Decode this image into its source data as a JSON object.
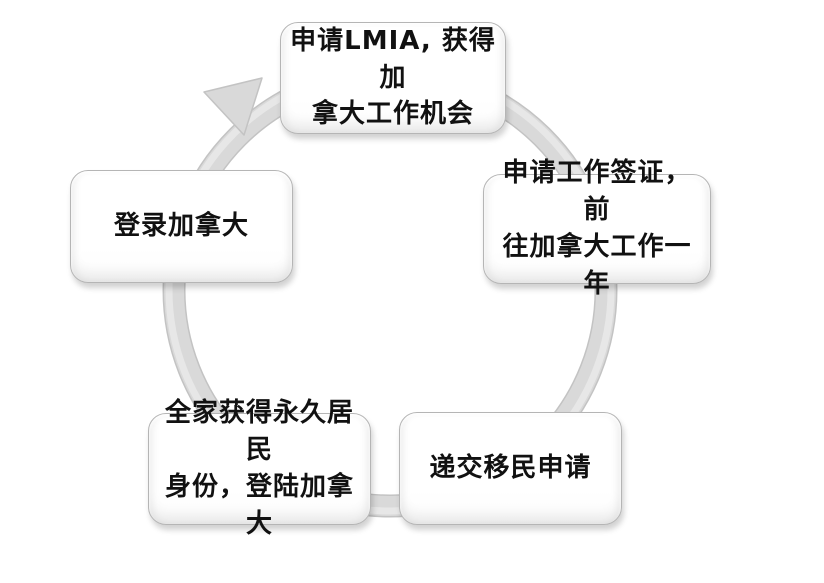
{
  "diagram": {
    "type": "cycle",
    "direction": "clockwise",
    "steps": [
      {
        "id": "apply-lmia",
        "position": "top",
        "label": [
          "申请LMIA, 获得加",
          "拿大工作机会"
        ]
      },
      {
        "id": "work-visa",
        "position": "right",
        "label": [
          "申请工作签证，前",
          "往加拿大工作一年"
        ]
      },
      {
        "id": "submit-immigration",
        "position": "bottom-right",
        "label": [
          "递交移民申请"
        ]
      },
      {
        "id": "family-pr",
        "position": "bottom-left",
        "label": [
          "全家获得永久居民",
          "身份，登陆加拿大"
        ]
      },
      {
        "id": "land-canada",
        "position": "left",
        "label": [
          "登录加拿大"
        ]
      }
    ]
  },
  "icons": {
    "flow_arrow": "clockwise-arrowhead"
  },
  "colors": {
    "background": "#ffffff",
    "ring": "#d9d9d9",
    "ring_highlight": "#e9e9e9",
    "ring_edge": "#c3c3c3",
    "box_fill": "#ffffff",
    "box_border": "#b5b5b5",
    "text": "#111111"
  }
}
